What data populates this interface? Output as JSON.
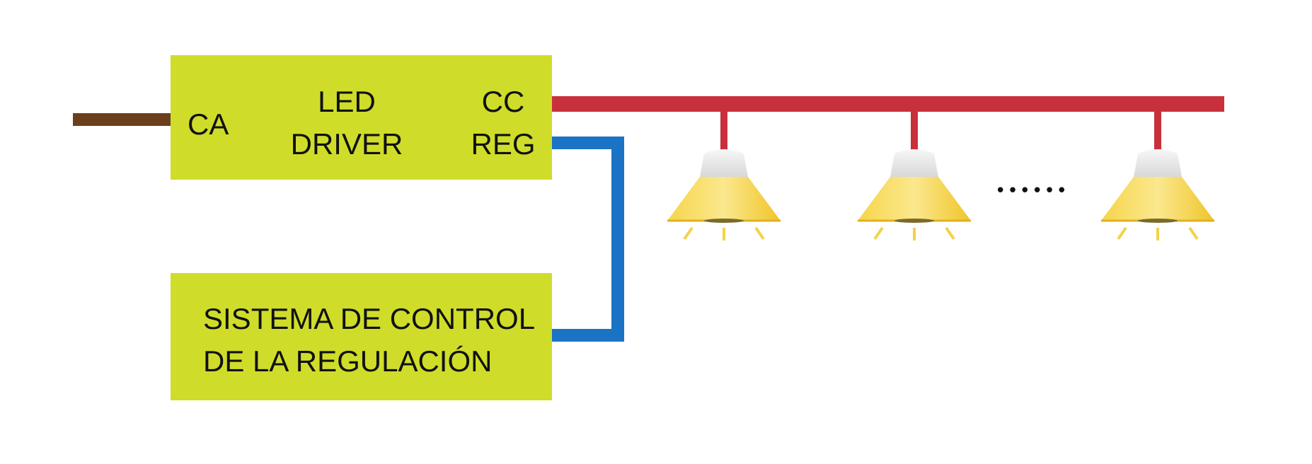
{
  "colors": {
    "box_fill": "#cfdd2a",
    "ac_wire": "#6b3f1c",
    "cc_wire": "#c8313c",
    "reg_wire": "#1a73c4",
    "lamp_body": "#f2cc2e",
    "lamp_cap": "#e6e6e6",
    "light_rays": "#f1d34a"
  },
  "driver": {
    "input_label": "CA",
    "title_line1": "LED",
    "title_line2": "DRIVER",
    "output_line1": "CC",
    "output_line2": "REG"
  },
  "control": {
    "line1": "SISTEMA DE CONTROL",
    "line2": "DE LA REGULACIÓN"
  },
  "lamps": [
    {
      "icon": "led-lamp-icon"
    },
    {
      "icon": "led-lamp-icon"
    },
    {
      "icon": "led-lamp-icon"
    }
  ],
  "continuation": "••••••"
}
